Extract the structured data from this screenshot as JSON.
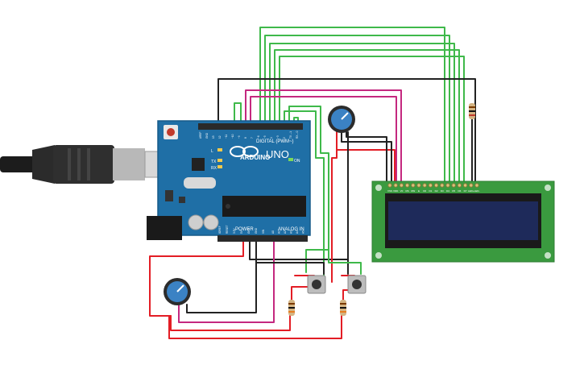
{
  "arduino": {
    "brand": "ARDUINO",
    "model": "UNO",
    "digital_header_label": "DIGITAL (PWM~)",
    "power_header_label": "POWER",
    "analog_header_label": "ANALOG IN",
    "on_label": "ON",
    "l_label": "L",
    "tx_label": "TX",
    "rx_label": "RX",
    "power_pins": [
      "IOREF",
      "RESET",
      "3.3V",
      "5V",
      "GND",
      "GND",
      "VIN"
    ],
    "analog_pins": [
      "A0",
      "A1",
      "A2",
      "A3",
      "A4",
      "A5"
    ],
    "digital_pins": [
      "AREF",
      "GND",
      "13",
      "12",
      "~11",
      "~10",
      "~9",
      "8",
      "7",
      "~6",
      "~5",
      "4",
      "~3",
      "2",
      "TX→1",
      "RX←0"
    ]
  },
  "lcd": {
    "pin_labels": [
      "VSS",
      "VDD",
      "V0",
      "RS",
      "RW",
      "E",
      "D0",
      "D1",
      "D2",
      "D3",
      "D4",
      "D5",
      "D6",
      "D7",
      "LED+",
      "LED-"
    ]
  },
  "colors": {
    "wire_green": "#3fb94a",
    "wire_black": "#222222",
    "wire_red": "#e31d25",
    "wire_magenta": "#c4287f",
    "board_blue": "#1f6fa6",
    "lcd_green": "#3a9a3f",
    "lcd_screen": "#1e2a5a"
  }
}
